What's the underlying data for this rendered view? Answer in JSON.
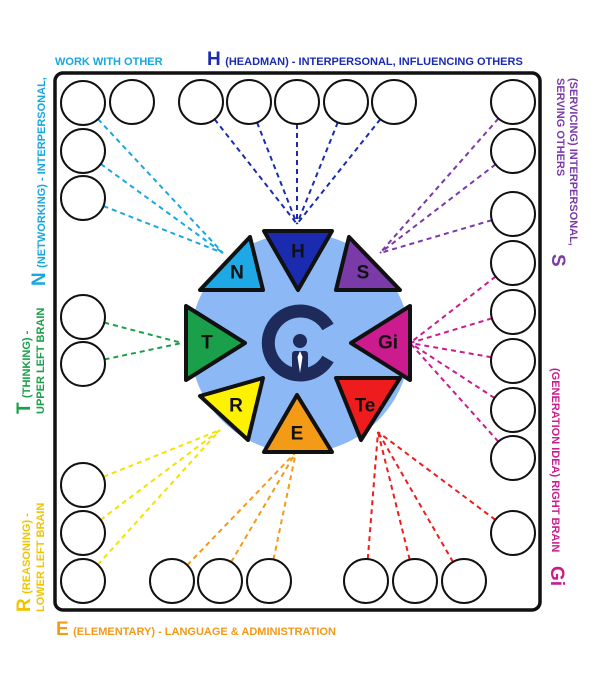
{
  "labels": {
    "top_left": {
      "text": "WORK WITH OTHER",
      "color": "#19a7df"
    },
    "top_h": {
      "letter": "H",
      "text": "(HEADMAN) - INTERPERSONAL, INFLUENCING OTHERS",
      "color": "#1a2bb0"
    },
    "left_n": {
      "letter": "N",
      "text": "(NETWORKING) - INTERPERSONAL,",
      "color": "#19a7df"
    },
    "left_t": {
      "letter": "T",
      "text": "(THINKING) -",
      "text2": "UPPER LEFT BRAIN",
      "color": "#1aa04a"
    },
    "left_r": {
      "letter": "R",
      "text": "(REASONING) -",
      "text2": "LOWER LEFT BRAIN",
      "color": "#f2c400"
    },
    "bottom_e": {
      "letter": "E",
      "text": "(ELEMENTARY) - LANGUAGE & ADMINISTRATION",
      "color": "#f39a17"
    },
    "right_s": {
      "letter": "S",
      "text": "(SERVICING) INTERPERSONAL,",
      "text2": "SERVING OTHERS",
      "color": "#7a3aa8"
    },
    "right_gi": {
      "letter": "Gi",
      "text": "(GENERATION IDEA) RIGHT BRAIN",
      "color": "#cc1a8f"
    }
  },
  "center": {
    "logo": "c-person-logo",
    "glow_color": "#7fb2f5"
  },
  "triangles": [
    {
      "key": "N",
      "label": "N",
      "color": "#1ea9e6"
    },
    {
      "key": "H",
      "label": "H",
      "color": "#1a2bb0"
    },
    {
      "key": "S",
      "label": "S",
      "color": "#7a3aa8"
    },
    {
      "key": "Gi",
      "label": "Gi",
      "color": "#cc1a8f"
    },
    {
      "key": "Te",
      "label": "Te",
      "color": "#ee1c1c"
    },
    {
      "key": "E",
      "label": "E",
      "color": "#f39a17"
    },
    {
      "key": "R",
      "label": "R",
      "color": "#fff200"
    },
    {
      "key": "T",
      "label": "T",
      "color": "#1aa04a"
    }
  ],
  "line_colors": {
    "N": "#19a7df",
    "H": "#1a2bb0",
    "S": "#7a3aa8",
    "Gi": "#cc1a8f",
    "Te": "#ee1c1c",
    "E": "#f39a17",
    "R": "#f2e400",
    "T": "#1aa04a"
  },
  "slot_counts": {
    "N": 3,
    "H": 5,
    "S": 3,
    "Gi": 5,
    "Te": 4,
    "E": 3,
    "R": 3,
    "T": 2
  }
}
